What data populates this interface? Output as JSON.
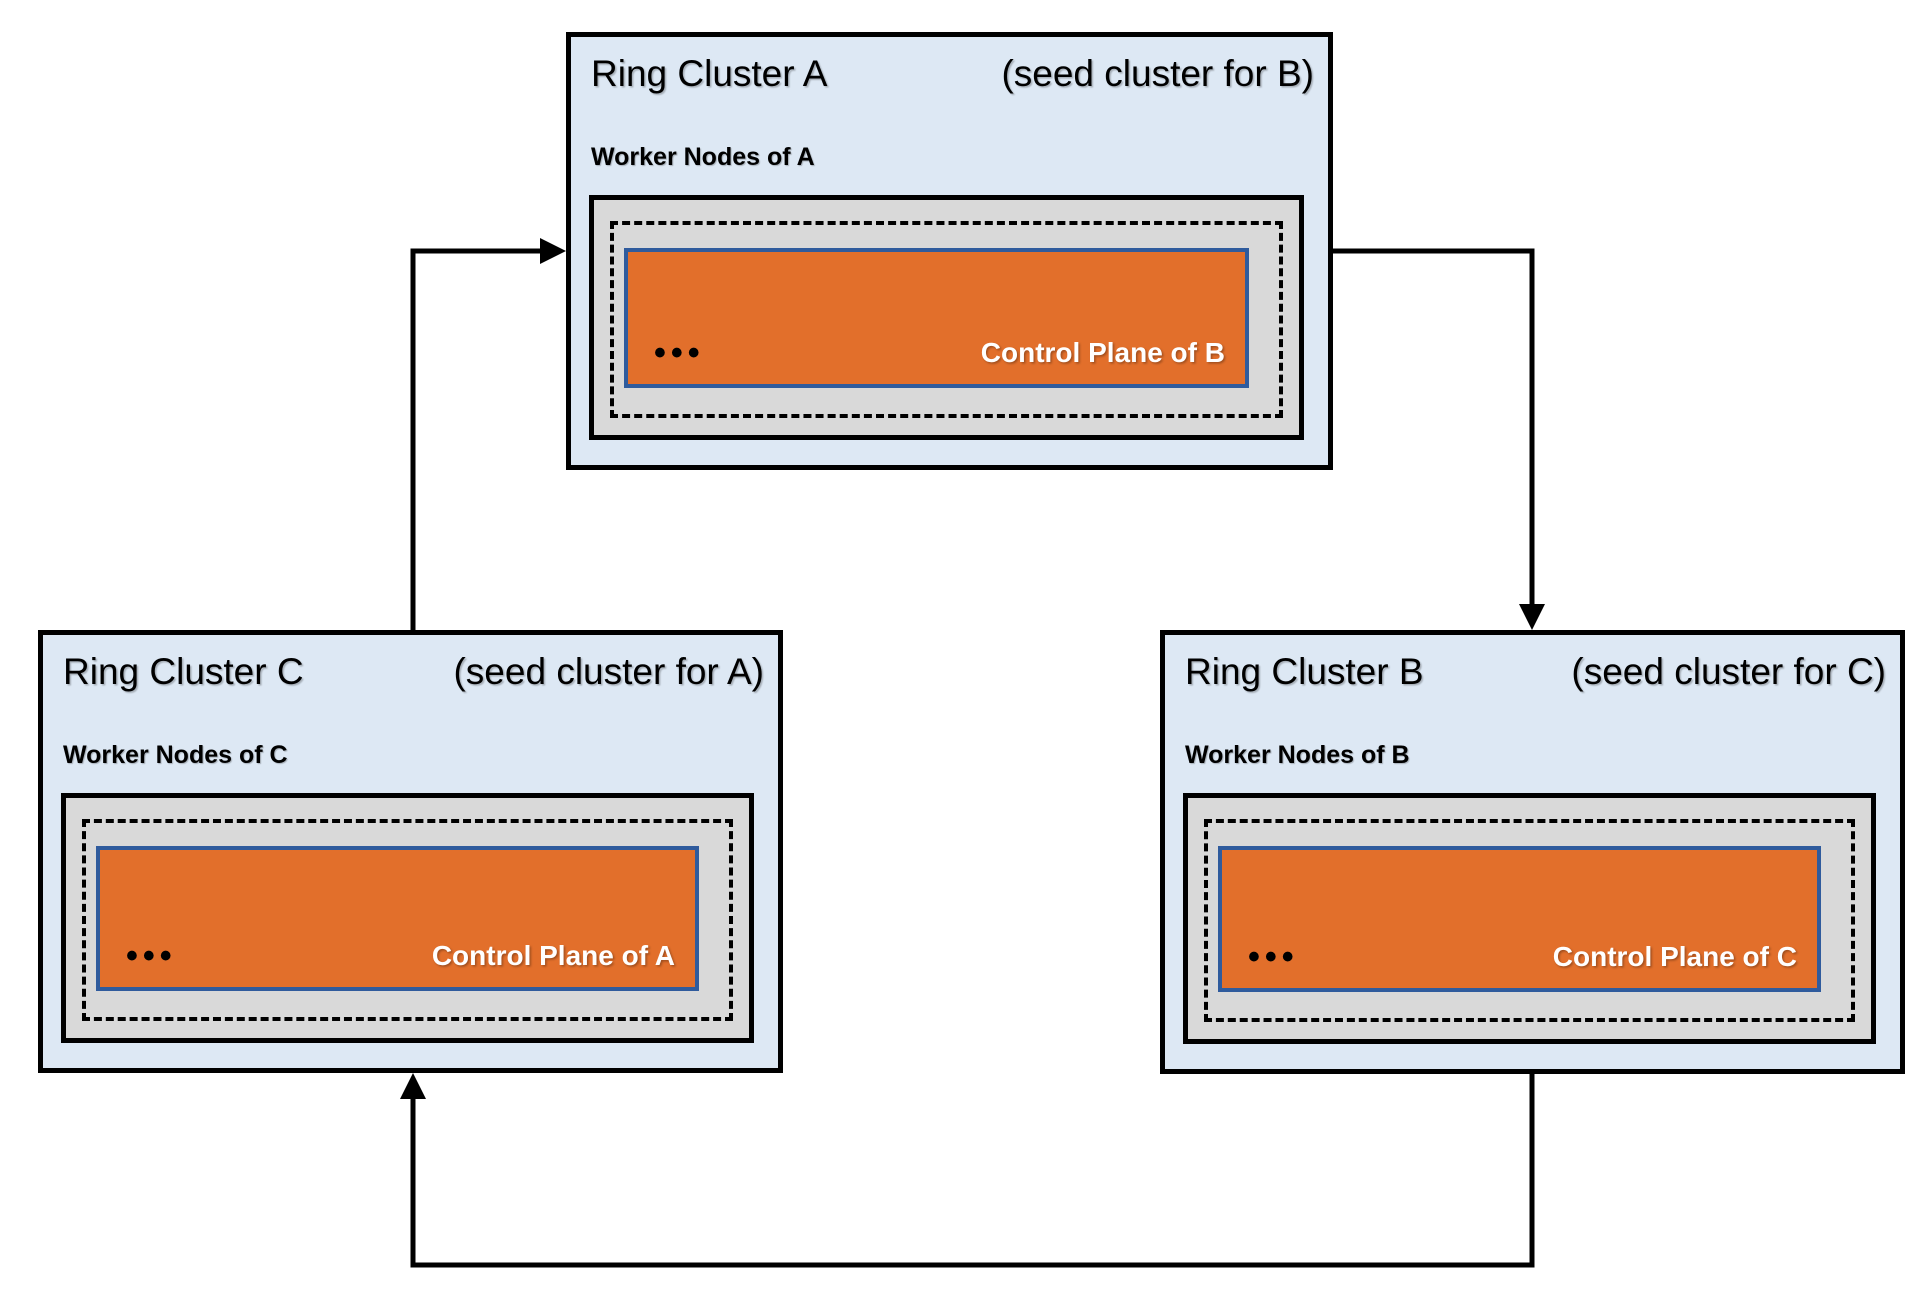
{
  "colors": {
    "cluster_fill": "#dde8f4",
    "node_fill": "#d9d9d9",
    "control_fill": "#e26f2b",
    "control_border": "#2f5b9d",
    "line": "#000000"
  },
  "clusters": [
    {
      "id": "A",
      "title": "Ring Cluster A",
      "seed_note": "(seed cluster for B)",
      "worker_label": "Worker Nodes of A",
      "dots": "•••",
      "control_plane_label": "Control Plane of B"
    },
    {
      "id": "C",
      "title": "Ring Cluster C",
      "seed_note": "(seed cluster for A)",
      "worker_label": "Worker Nodes of C",
      "dots": "•••",
      "control_plane_label": "Control Plane of A"
    },
    {
      "id": "B",
      "title": "Ring Cluster B",
      "seed_note": "(seed cluster for C)",
      "worker_label": "Worker Nodes of B",
      "dots": "•••",
      "control_plane_label": "Control Plane of C"
    }
  ],
  "arrows": [
    {
      "name": "arrow-c-to-a",
      "from": "Ring Cluster C",
      "to": "Ring Cluster A"
    },
    {
      "name": "arrow-a-to-b",
      "from": "Ring Cluster A",
      "to": "Ring Cluster B"
    },
    {
      "name": "arrow-b-to-c",
      "from": "Ring Cluster B",
      "to": "Ring Cluster C"
    }
  ]
}
